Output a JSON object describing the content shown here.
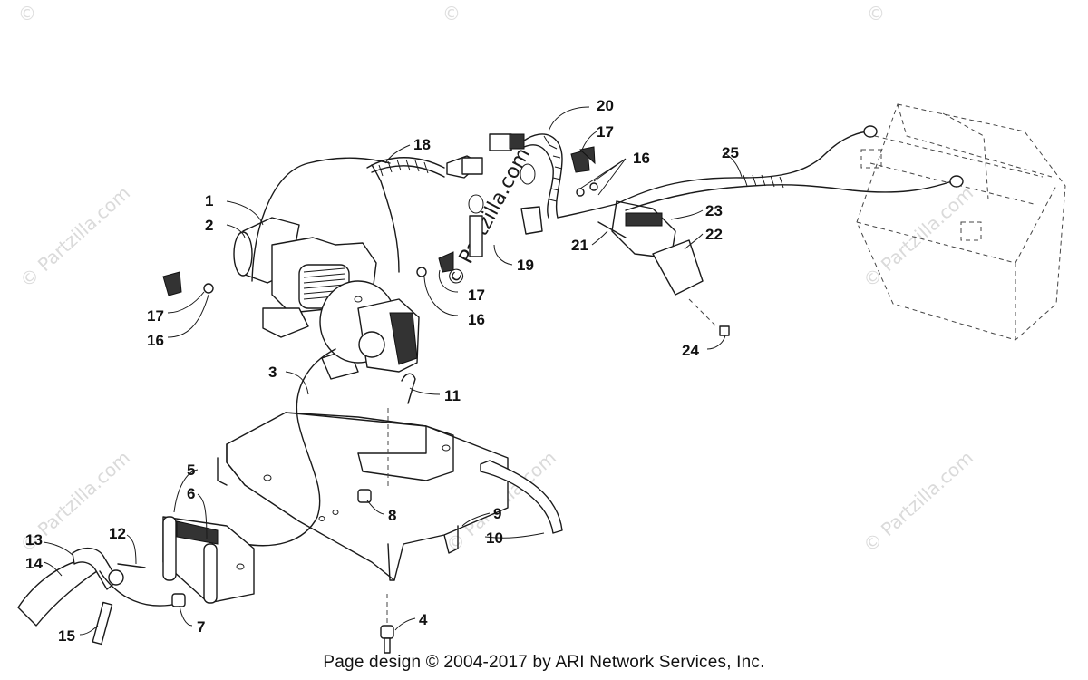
{
  "watermark": {
    "text": "© Partzilla.com",
    "corner_mark": "©"
  },
  "footer": {
    "text": "Page design © 2004-2017 by ARI Network Services, Inc."
  },
  "callouts": [
    {
      "id": "c1",
      "text": "1"
    },
    {
      "id": "c2",
      "text": "2"
    },
    {
      "id": "c3",
      "text": "3"
    },
    {
      "id": "c4",
      "text": "4"
    },
    {
      "id": "c5",
      "text": "5"
    },
    {
      "id": "c6",
      "text": "6"
    },
    {
      "id": "c7",
      "text": "7"
    },
    {
      "id": "c8",
      "text": "8"
    },
    {
      "id": "c9",
      "text": "9"
    },
    {
      "id": "c10",
      "text": "10"
    },
    {
      "id": "c11",
      "text": "11"
    },
    {
      "id": "c12",
      "text": "12"
    },
    {
      "id": "c13",
      "text": "13"
    },
    {
      "id": "c14",
      "text": "14"
    },
    {
      "id": "c15",
      "text": "15"
    },
    {
      "id": "c16a",
      "text": "16"
    },
    {
      "id": "c16b",
      "text": "16"
    },
    {
      "id": "c16c",
      "text": "16"
    },
    {
      "id": "c17a",
      "text": "17"
    },
    {
      "id": "c17b",
      "text": "17"
    },
    {
      "id": "c17c",
      "text": "17"
    },
    {
      "id": "c18",
      "text": "18"
    },
    {
      "id": "c19",
      "text": "19"
    },
    {
      "id": "c20",
      "text": "20"
    },
    {
      "id": "c21",
      "text": "21"
    },
    {
      "id": "c22",
      "text": "22"
    },
    {
      "id": "c23",
      "text": "23"
    },
    {
      "id": "c24",
      "text": "24"
    },
    {
      "id": "c25",
      "text": "25"
    }
  ]
}
